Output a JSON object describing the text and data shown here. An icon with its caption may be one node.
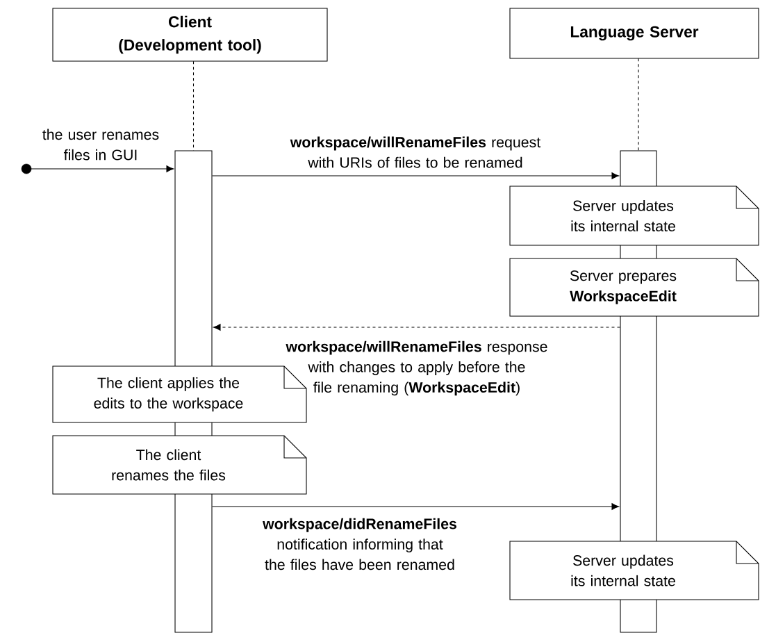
{
  "diagram": {
    "nodes": [
      {
        "text": [
          "Client (Development tool)"
        ]
      },
      {
        "text": [
          "Language Server"
        ]
      },
      {
        "text": [],
        "shape": "bar"
      },
      {
        "text": [],
        "shape": "bar"
      },
      {
        "text": [],
        "shape": "circle"
      },
      {
        "text": [
          "Server updates its internal state"
        ]
      },
      {
        "text": [
          "Server prepares **WorkspaceEdit**"
        ]
      },
      {
        "text": [
          "The client applies the edits to the workspace"
        ]
      },
      {
        "text": [
          "The client renames the files"
        ]
      },
      {
        "text": [
          "Server updates its internal state"
        ]
      }
    ],
    "edges": [
      {
        "from": 0,
        "to": 2,
        "arrow": "none",
        "style": "dashed"
      },
      {
        "from": 1,
        "to": 3,
        "arrow": "none",
        "style": "dashed"
      },
      {
        "from": 4,
        "to": 2,
        "arrow": "to",
        "label": "the user renames files in GUI"
      },
      {
        "from": 2,
        "to": 3,
        "arrow": "to",
        "label": "**workspace/willRenameFiles** request with URIs of files to be renamed"
      },
      {
        "from": 3,
        "to": 2,
        "arrow": "to",
        "style": "dashed",
        "label": "**workspace/willRenameFiles** response with changes to apply before the file renaming (**WorkspaceEdit**)"
      },
      {
        "from": 2,
        "to": 3,
        "arrow": "to",
        "label": "**workspace/didRenameFiles** notification informing that the files have been renamed"
      }
    ]
  }
}
